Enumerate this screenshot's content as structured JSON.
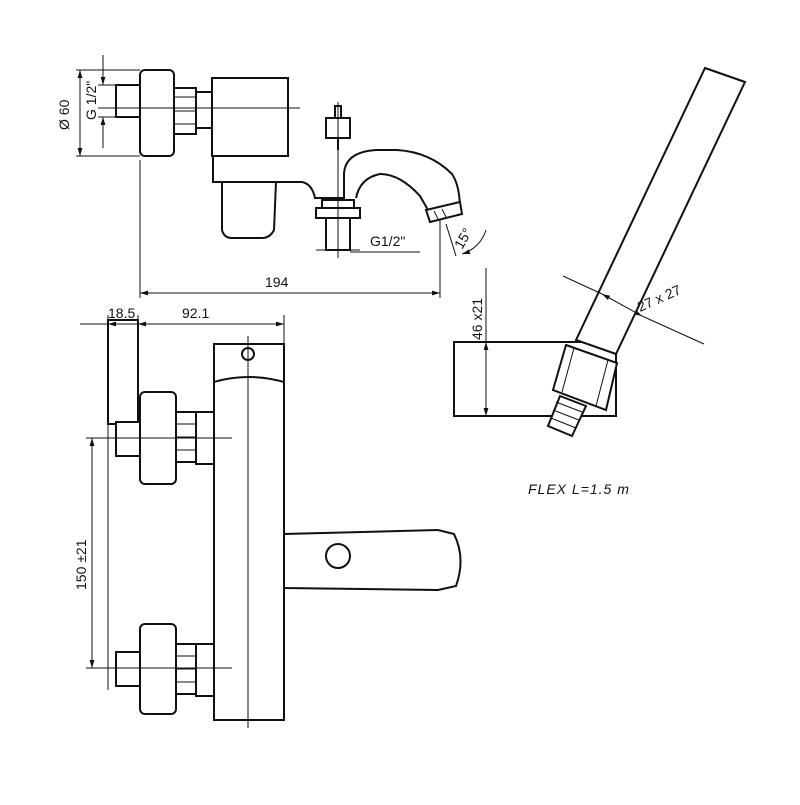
{
  "dimensions": {
    "overall_length": "194",
    "inlet_diameter": "Ø 60",
    "inlet_thread": "G 1/2\"",
    "outlet_thread": "G1/2\"",
    "spout_angle": "15°",
    "rosette_offset": "18.5",
    "body_depth": "92.1",
    "centers": "150 ±21",
    "holder_height": "46 x21",
    "shower_section": "27 x 27"
  },
  "notes": {
    "flex_hose": "FLEX L=1.5 m"
  }
}
